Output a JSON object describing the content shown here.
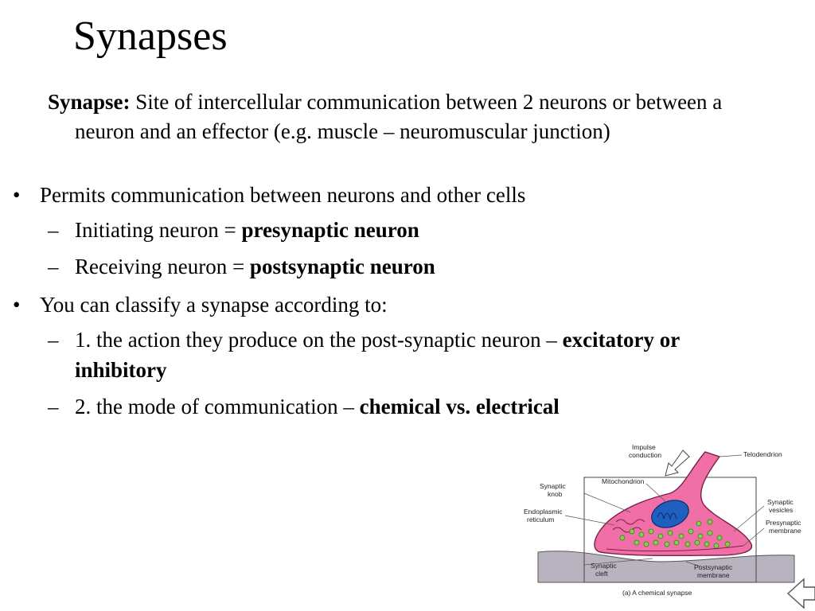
{
  "slide": {
    "title": "Synapses",
    "definition": {
      "term": "Synapse:",
      "text": " Site of intercellular communication between 2 neurons or between a neuron and an effector  (e.g. muscle – neuromuscular junction)"
    },
    "bullets": [
      {
        "marker": "•",
        "text": "Permits communication between neurons and other cells",
        "sub": [
          {
            "marker": "–",
            "text": "Initiating neuron = ",
            "bold": "presynaptic neuron"
          },
          {
            "marker": "–",
            "text": "Receiving neuron = ",
            "bold": "postsynaptic neuron"
          }
        ]
      },
      {
        "marker": "•",
        "text": "You can classify a synapse according to:",
        "sub": [
          {
            "marker": "–",
            "text": "1. the action they produce on the post-synaptic neuron – ",
            "bold": "excitatory or inhibitory"
          },
          {
            "marker": "–",
            "text": "2. the mode of communication – ",
            "bold": "chemical vs. electrical"
          }
        ]
      }
    ]
  },
  "diagram": {
    "caption": "(a) A chemical synapse",
    "labels": {
      "impulse_1": "Impulse",
      "impulse_2": "conduction",
      "telodendrion": "Telodendrion",
      "mitochondrion": "Mitochondrion",
      "knob_1": "Synaptic",
      "knob_2": "knob",
      "er_1": "Endoplasmic",
      "er_2": "reticulum",
      "vesicles_1": "Synaptic",
      "vesicles_2": "vesicles",
      "premem_1": "Presynaptic",
      "premem_2": "membrane",
      "cleft_1": "Synaptic",
      "cleft_2": "cleft",
      "postmem_1": "Postsynaptic",
      "postmem_2": "membrane"
    },
    "colors": {
      "neuron": "#f06fa6",
      "neuron_outline": "#7a2048",
      "mitochondrion": "#1f5fbf",
      "vesicle": "#7fd34a",
      "postsynaptic": "#b9b3bf",
      "arrow": "#ffffff"
    }
  }
}
